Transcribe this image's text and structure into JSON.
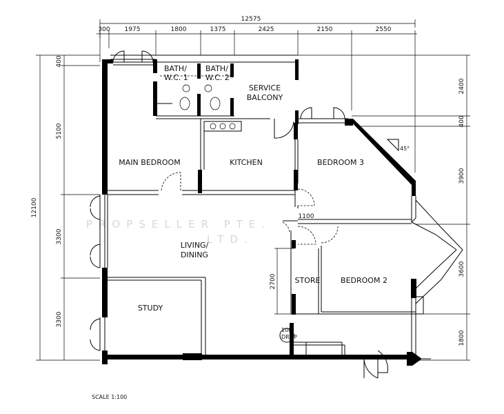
{
  "dimensions": {
    "overall_width": "12575",
    "overall_height": "12100",
    "top": [
      "300",
      "1975",
      "1800",
      "1375",
      "2425",
      "2150",
      "2550"
    ],
    "left": [
      "400",
      "5100",
      "3300",
      "3300"
    ],
    "right": [
      "2400",
      "400",
      "3900",
      "3600",
      "1800"
    ],
    "internal_1100": "1100",
    "internal_2700": "2700",
    "drop_size": "100"
  },
  "rooms": {
    "bath1_line1": "BATH/",
    "bath1_line2": "W.C. 1",
    "bath2_line1": "BATH/",
    "bath2_line2": "W.C. 2",
    "service_line1": "SERVICE",
    "service_line2": "BALCONY",
    "main_bedroom": "MAIN BEDROOM",
    "kitchen": "KITCHEN",
    "bedroom3": "BEDROOM 3",
    "living_line1": "LIVING/",
    "living_line2": "DINING",
    "store": "STORE",
    "bedroom2": "BEDROOM 2",
    "study": "STUDY",
    "drop": "DROP"
  },
  "angle_label": "45°",
  "scale_label": "SCALE 1:100",
  "watermark": {
    "line1": "PROPSELLER PTE.",
    "line2": "LTD."
  }
}
